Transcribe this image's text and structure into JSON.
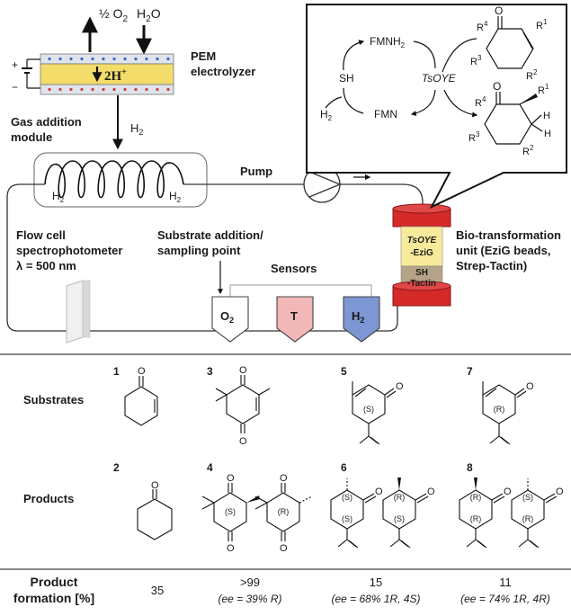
{
  "process": {
    "half_o2": "½ O",
    "o2_sub": "2",
    "h2o_H": "H",
    "h2o_sub": "2",
    "h2o_O": "O",
    "plus": "+",
    "minus": "−",
    "proton": "2H",
    "proton_sup": "+",
    "pem_line1": "PEM",
    "pem_line2": "electrolyzer",
    "gas_line1": "Gas addition",
    "gas_line2": "module",
    "h2_label": "H",
    "h2_sub": "2",
    "pump": "Pump",
    "flowcell_line1": "Flow cell",
    "flowcell_line2": "spectrophotometer",
    "flowcell_line3": "λ =  500 nm",
    "substrate_line1": "Substrate addition/",
    "substrate_line2": "sampling point",
    "sensors": "Sensors",
    "sensor_o2": "O",
    "sensor_o2_sub": "2",
    "sensor_t": "T",
    "sensor_h2": "H",
    "sensor_h2_sub": "2",
    "col_tsoye": "TsOYE",
    "col_ezig": "-EziG",
    "col_sh": "SH",
    "col_tactin": "-Tactin",
    "bio_line1": "Bio-transformation",
    "bio_line2": "unit (EziG beads,",
    "bio_line3": "Strep-Tactin)"
  },
  "cycle": {
    "fmnh2": "FMNH",
    "fmnh2_sub": "2",
    "fmn": "FMN",
    "sh": "SH",
    "tsoye": "TsOYE",
    "h2": "H",
    "h2_sub": "2",
    "r1": "R",
    "r2": "R",
    "r3": "R",
    "r4": "R",
    "sup1": "1",
    "sup2": "2",
    "sup3": "3",
    "sup4": "4",
    "o": "O",
    "h": "H"
  },
  "table": {
    "substrates_label": "Substrates",
    "products_label": "Products",
    "formation_line1": "Product",
    "formation_line2": "formation [%]",
    "substrate_numbers": [
      "1",
      "3",
      "5",
      "7"
    ],
    "product_numbers": [
      "2",
      "4",
      "6",
      "8"
    ],
    "o": "O",
    "stereo_s": "(S)",
    "stereo_r": "(R)",
    "results": [
      {
        "value": "35",
        "ee": ""
      },
      {
        "value": ">99",
        "ee": "(ee = 39% R)"
      },
      {
        "value": "15",
        "ee": "(ee = 68% 1R, 4S)"
      },
      {
        "value": "11",
        "ee": "(ee = 74% 1R, 4R)"
      }
    ]
  }
}
